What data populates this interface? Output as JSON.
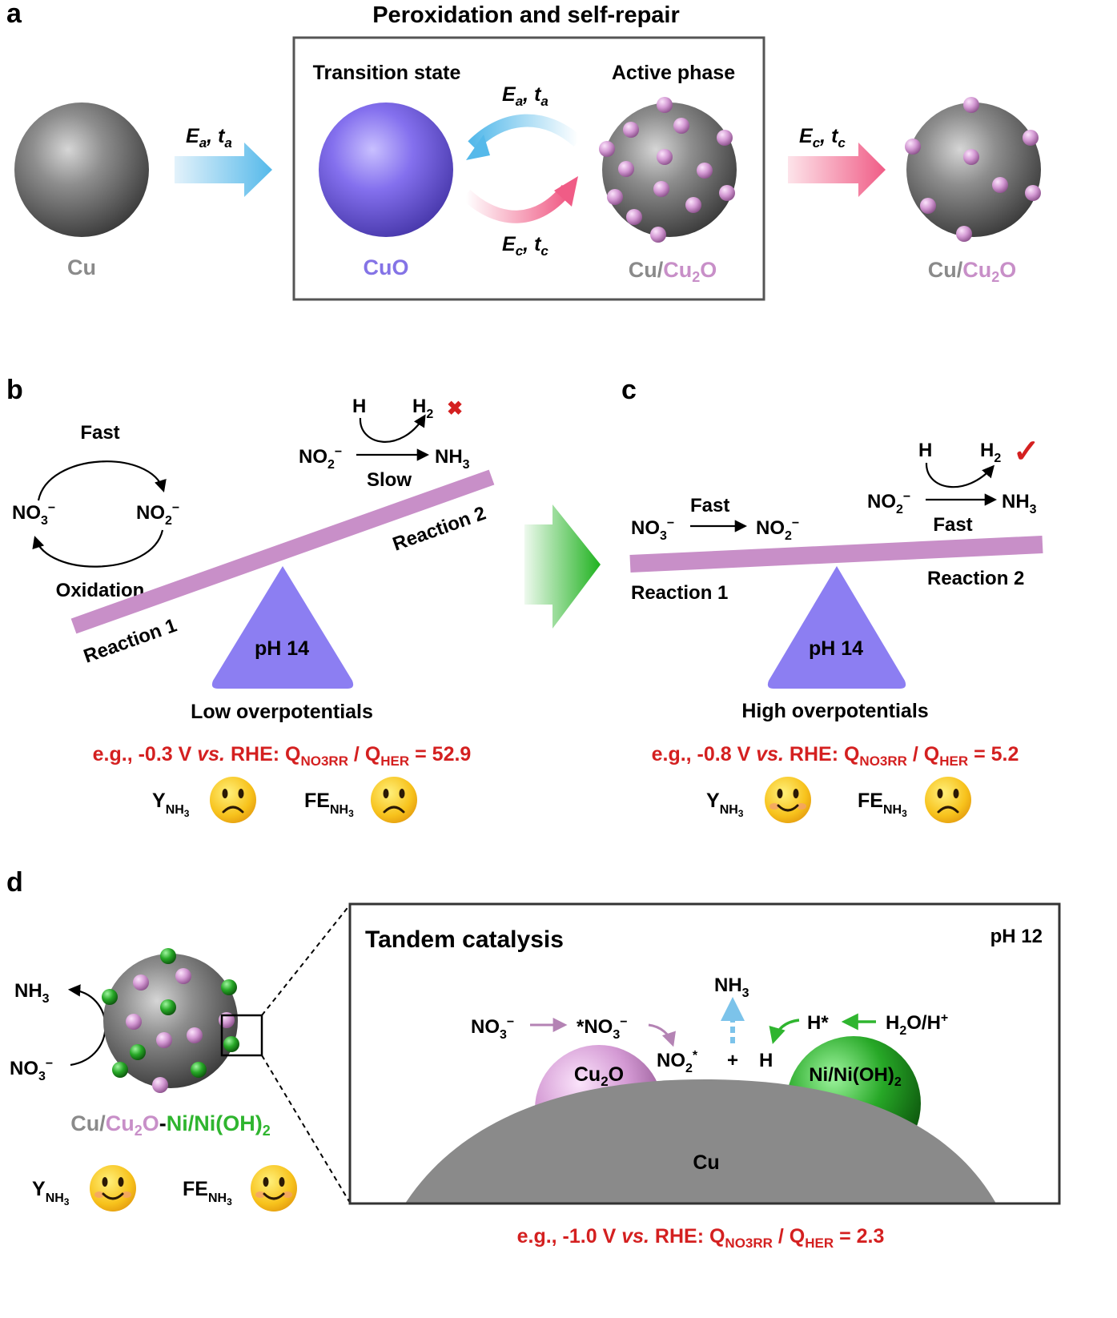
{
  "panel_a": {
    "letter": "a",
    "title": "Peroxidation and self-repair",
    "transition_state_label": "Transition state",
    "active_phase_label": "Active phase",
    "cu_label": "Cu",
    "cuo_label": "CuO",
    "cu_part": "Cu",
    "slash": "/",
    "cu2o_main": "Cu",
    "sub_2": "2",
    "o_letter": "O",
    "E": "E",
    "t": "t",
    "comma": ", ",
    "sub_a": "a",
    "sub_c": "c",
    "colors": {
      "gray": "#8a8a8a",
      "purple": "#8473e6",
      "pink": "#c88fc8"
    }
  },
  "panel_b": {
    "letter": "b",
    "fast": "Fast",
    "oxidation": "Oxidation",
    "no3": "NO",
    "no2": "NO",
    "sub3": "3",
    "sub2": "2",
    "sup_minus": "−",
    "h": "H",
    "h2": "H",
    "nh3": "NH",
    "slow": "Slow",
    "cross": "✖",
    "reaction1": "Reaction 1",
    "reaction2": "Reaction 2",
    "ph": "pH 14",
    "overpotential": "Low overpotentials",
    "eg_prefix": "e.g., -0.3 V ",
    "vs": "vs.",
    "eg_rhe": " RHE: Q",
    "sub_no3rr": "NO3RR",
    "eg_div": " / Q",
    "sub_her": "HER",
    "eg_value": " = 52.9",
    "y": "Y",
    "fe": "FE",
    "sub_nh": "NH",
    "y_face": "sad",
    "fe_face": "sad"
  },
  "panel_c": {
    "letter": "c",
    "no3": "NO",
    "fast1": "Fast",
    "no2": "NO",
    "h": "H",
    "h2": "H",
    "check": "✓",
    "nh3": "NH",
    "fast2": "Fast",
    "sub3": "3",
    "sub2": "2",
    "sup_minus": "−",
    "reaction1": "Reaction 1",
    "reaction2": "Reaction 2",
    "ph": "pH 14",
    "overpotential": "High overpotentials",
    "eg_prefix": "e.g., -0.8 V ",
    "vs": "vs.",
    "eg_rhe": " RHE: Q",
    "sub_no3rr": "NO3RR",
    "eg_div": " / Q",
    "sub_her": "HER",
    "eg_value": " = 5.2",
    "y": "Y",
    "fe": "FE",
    "sub_nh": "NH",
    "y_face": "happy",
    "fe_face": "sad"
  },
  "panel_d": {
    "letter": "d",
    "nh3": "NH",
    "no3": "NO",
    "sub3": "3",
    "sub2": "2",
    "sup_minus": "−",
    "label_cu": "Cu",
    "label_slash": "/",
    "label_cu2o": "Cu",
    "label_o": "O",
    "label_dash": "-",
    "label_ni": "Ni/Ni(OH)",
    "y": "Y",
    "fe": "FE",
    "sub_nh": "NH",
    "y_face": "happy",
    "fe_face": "happy",
    "tandem_title": "Tandem catalysis",
    "ph": "pH 12",
    "inset_no3": "NO",
    "inset_star_no3": "*NO",
    "inset_no2": "NO",
    "star": "*",
    "plus": "+",
    "h": "H",
    "h_star": "H*",
    "h2o_h": "H",
    "h2o_rest": "O/H",
    "sup_plus": "+",
    "nh3_top": "NH",
    "cu2o_sphere_main": "Cu",
    "cu2o_sphere_o": "O",
    "ni_sphere": "Ni/Ni(OH)",
    "cu_base": "Cu",
    "eg_prefix": "e.g., -1.0 V ",
    "vs": "vs.",
    "eg_rhe": " RHE: Q",
    "sub_no3rr": "NO3RR",
    "eg_div": " / Q",
    "sub_her": "HER",
    "eg_value": " = 2.3",
    "colors": {
      "green": "#2fb52f",
      "pink": "#c88fc8",
      "gray": "#8a8a8a",
      "red": "#d42020"
    }
  }
}
